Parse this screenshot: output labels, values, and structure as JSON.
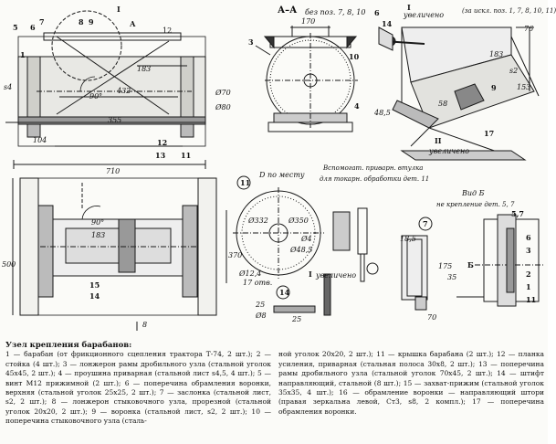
{
  "caption": {
    "title": "Узел крепления барабанов:",
    "left": "1 — барабан (от фрикционного сцепления трактора Т-74, 2 шт.); 2 — стойка (4 шт.); 3 — лонжерон рамы дробильного узла (стальной уголок 45х45, 2 шт.); 4 — проушина приварная (стальной лист s4,5, 4 шт.); 5 — винт М12 прижимной (2 шт.); 6 — поперечина обрамления воронки, верхняя (стальной уголок 25х25, 2 шт.); 7 — заслонка (стальной лист, s2, 2 шт.); 8 — лонжерон стыковочного узла, прорезной (стальной уголок 20х20, 2 шт.); 9 — воронка (стальной лист, s2, 2 шт.); 10 — поперечина стыковочного узла (сталь-",
    "right": "ной уголок 20х20, 2 шт.); 11 — крышка барабана (2 шт.); 12 — планка усиления, приварная (стальная полоса 30х8, 2 шт.); 13 — поперечина рамы дробильного узла (стальной уголок 70х45, 2 шт.); 14 — штифт направляющий, стальной (8 шт.); 15 — захват-прижим (стальной уголок 35х35, 4 шт.); 16 — обрамление воронки — направляющий штори (правая зеркальна левой, Ст3, s8, 2 компл.); 17 — поперечина обрамления воронки."
  },
  "labels": {
    "section_aa": "А–А",
    "section_aa_note": "без поз. 7, 8, 10",
    "view_a": "А",
    "view_i": "I",
    "view_i_note": "увеличено",
    "scheme_note": "(за искл. поз. 1, 7, 8, 10, 11)",
    "view_ii": "II",
    "view_ii_note": "увеличено",
    "in_place": "D по месту",
    "aux_note_1": "Вспомогат. приварн. втулка",
    "aux_note_2": "для токарн. обработки дет. 11",
    "view_b": "Вид Б",
    "view_b_note": "не крепление дет. 5, 7",
    "view_i2": "I",
    "view_i2_note": "увеличено",
    "view_b_letter": "Б"
  },
  "dims": {
    "d12": "12",
    "d5": "5",
    "d6": "6",
    "d7": "7",
    "d8": "8",
    "d9": "9",
    "d1": "1",
    "d432": "432",
    "d183": "183",
    "d90": "90°",
    "d355": "355",
    "d104": "104",
    "d710": "710",
    "s4": "s4",
    "dia70": "Ø70",
    "dia80": "Ø80",
    "d13": "13",
    "d11": "11",
    "d12b": "12",
    "d170": "170",
    "d3": "3",
    "d10": "10",
    "d4": "4",
    "d6b": "6",
    "d14": "14",
    "d76": "76",
    "d183b": "183",
    "s2": "s2",
    "d153": "153",
    "d9b": "9",
    "d48": "48,5",
    "d58": "58",
    "d17": "17",
    "d500": "500",
    "d90b": "90°",
    "d183c": "183",
    "d15": "15",
    "d14b": "14",
    "d8b": "8",
    "d370": "370",
    "dia332": "Ø332",
    "dia350": "Ø350",
    "dia4": "Ø4",
    "dia48": "Ø48,5",
    "dia12": "Ø12,4",
    "holes": "17 отв.",
    "d25": "25",
    "d8c": "Ø8",
    "d14c": "14",
    "d25b": "25",
    "d185": "18,5",
    "d7b": "7",
    "d175": "175",
    "d35": "35",
    "d70": "70",
    "d57": "5,7",
    "d6c": "6",
    "d3b": "3",
    "d2": "2",
    "d1b": "1",
    "d11b": "11"
  }
}
